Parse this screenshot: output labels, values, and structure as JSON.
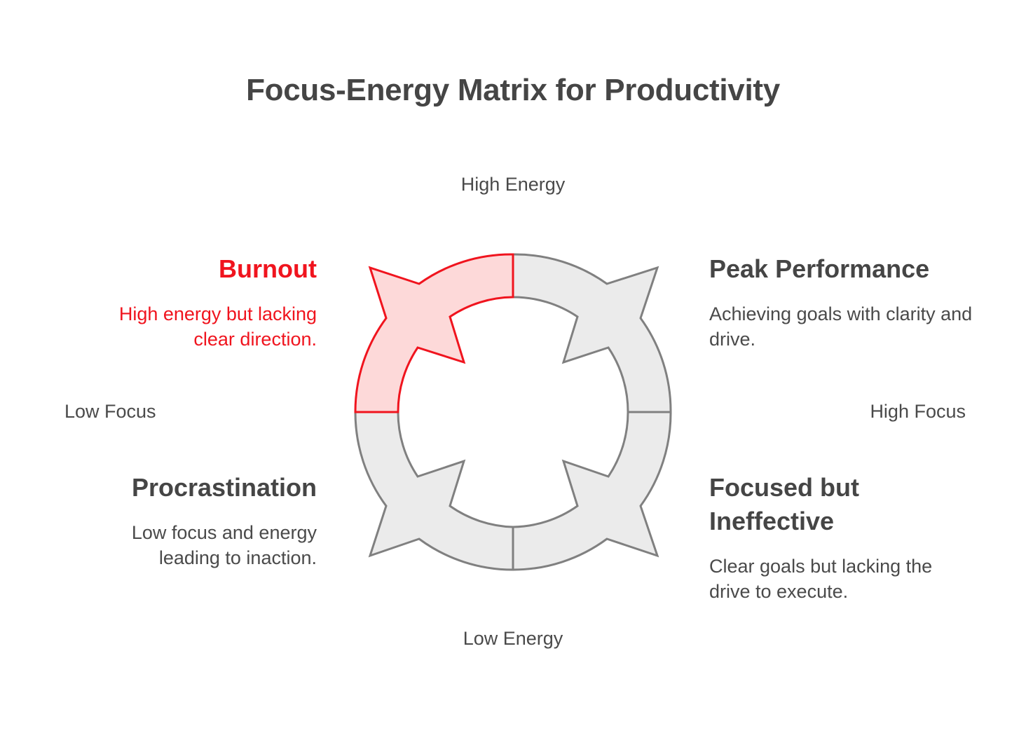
{
  "title": "Focus-Energy Matrix for Productivity",
  "axes": {
    "top": "High Energy",
    "bottom": "Low Energy",
    "left": "Low Focus",
    "right": "High Focus"
  },
  "quadrants": {
    "burnout": {
      "title": "Burnout",
      "description": "High energy but lacking clear direction.",
      "highlighted": true
    },
    "peak": {
      "title": "Peak Performance",
      "description": "Achieving goals with clarity and drive.",
      "highlighted": false
    },
    "procrastination": {
      "title": "Procrastination",
      "description": "Low focus and energy leading to inaction.",
      "highlighted": false
    },
    "focused": {
      "title": "Focused but Ineffective",
      "description": "Clear goals but lacking the drive to execute.",
      "highlighted": false
    }
  },
  "colors": {
    "highlight_stroke": "#f0141e",
    "highlight_fill": "#fdd9d9",
    "segment_stroke": "#808080",
    "segment_fill": "#ebebeb"
  }
}
